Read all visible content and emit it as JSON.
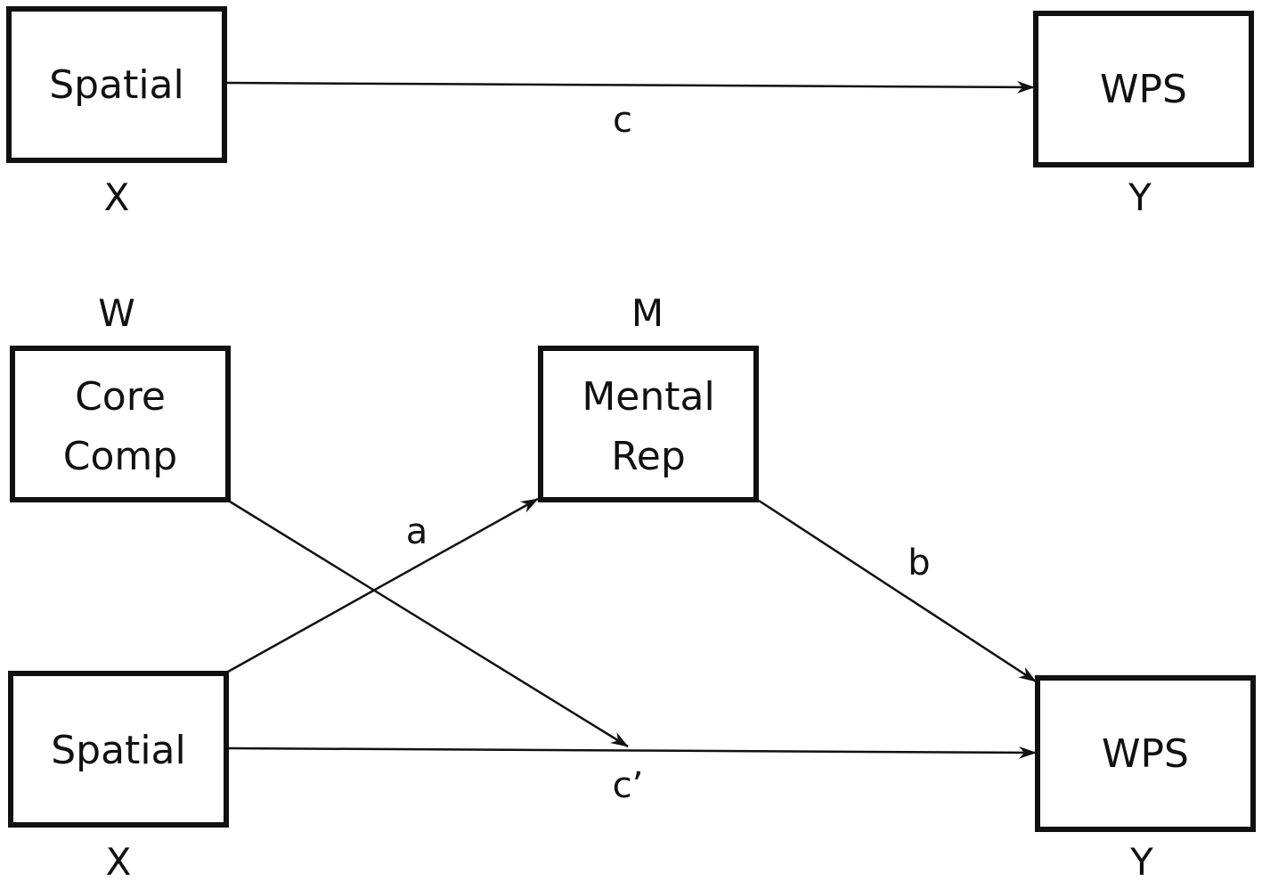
{
  "top_model": {
    "x_box": {
      "label": "Spatial",
      "letter": "X"
    },
    "y_box": {
      "label": "WPS",
      "letter": "Y"
    },
    "path_c": "c"
  },
  "bottom_model": {
    "w_box": {
      "label_line1": "Core",
      "label_line2": "Comp",
      "letter": "W"
    },
    "m_box": {
      "label_line1": "Mental",
      "label_line2": "Rep",
      "letter": "M"
    },
    "x_box": {
      "label": "Spatial",
      "letter": "X"
    },
    "y_box": {
      "label": "WPS",
      "letter": "Y"
    },
    "path_a": "a",
    "path_b": "b",
    "path_c_prime": "c’"
  }
}
